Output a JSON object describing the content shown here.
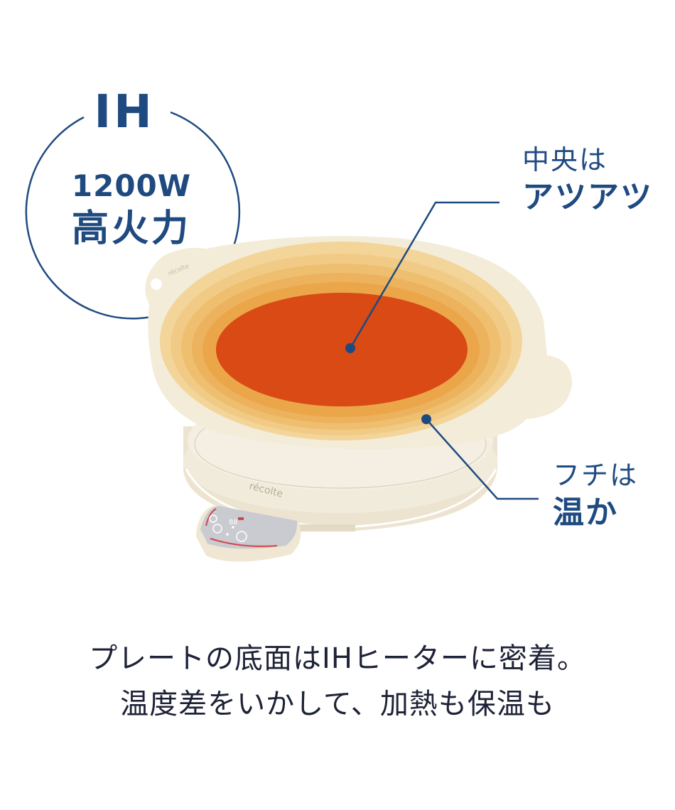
{
  "badge": {
    "title": "IH",
    "wattage": "1200W",
    "label": "高火力"
  },
  "callouts": {
    "center": {
      "line1": "中央は",
      "line2": "アツアツ"
    },
    "edge": {
      "line1": "フチは",
      "line2": "温か"
    }
  },
  "product": {
    "brand_mark": "récolte",
    "plate_colors": {
      "rim": "#f3ecd9",
      "ring1": "#f3d59a",
      "ring2": "#f0c57c",
      "ring3": "#eeb661",
      "ring4": "#eba64a",
      "ring5": "#e89438",
      "core": "#d94a14"
    },
    "base_color": "#efe8d6",
    "panel_color": "#c9cbd0",
    "accent_red": "#d2464a"
  },
  "caption": {
    "line1": "プレートの底面はIHヒーターに密着。",
    "line2": "温度差をいかして、加熱も保温も"
  },
  "colors": {
    "primary": "#1f4a80",
    "text": "#1d2236",
    "background": "#ffffff"
  }
}
